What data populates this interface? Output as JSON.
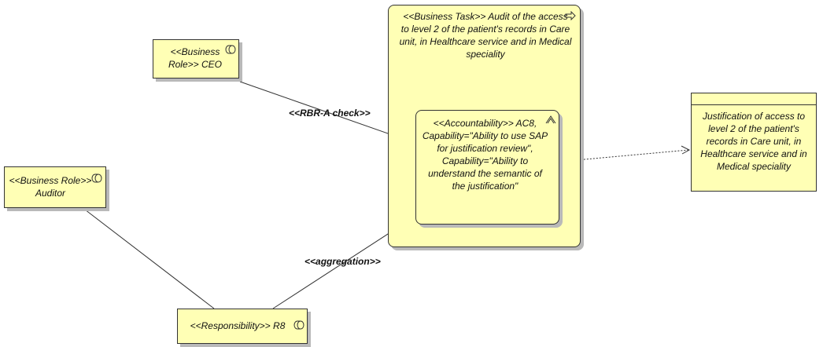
{
  "nodes": {
    "business_task": "<<Business Task>> Audit of the access to level 2 of the patient's records in Care unit, in Healthcare service and in Medical speciality",
    "ceo_role": "<<Business Role>> CEO",
    "auditor_role": "<<Business Role>> Auditor",
    "accountability": "<<Accountability>> AC8, Capability=\"Ability to use SAP for justification review\", Capability=\"Ability to understand the semantic of the justification\"",
    "responsibility": "<<Responsibility>> R8",
    "justification": "Justification of access to level 2 of the patient's records in Care unit, in Healthcare service and in Medical speciality"
  },
  "edges": {
    "rbr_check": "<<RBR-A check>>",
    "aggregation": "<<aggregation>>"
  },
  "icons": {
    "task": "arrow-right-icon",
    "role": "role-cylinder-icon",
    "accountability": "chevron-up-icon",
    "responsibility": "role-cylinder-icon"
  },
  "colors": {
    "node_fill": "#ffffb5",
    "border": "#333333",
    "shadow": "#b9b9b9"
  }
}
